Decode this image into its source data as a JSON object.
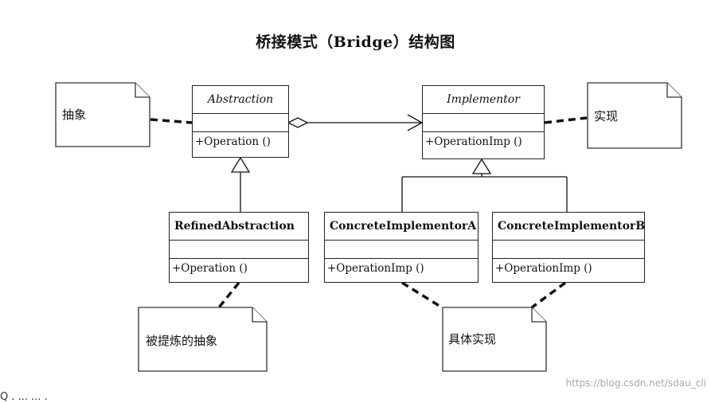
{
  "title": "桥接模式（Bridge）结构图",
  "classes": {
    "abstraction": {
      "name": "Abstraction",
      "op": "+Operation ()"
    },
    "implementor": {
      "name": "Implementor",
      "op": "+OperationImp ()"
    },
    "refined": {
      "name": "RefinedAbstraction",
      "op": "+Operation ()"
    },
    "concrete_a": {
      "name": "ConcreteImplementorA",
      "op": "+OperationImp ()"
    },
    "concrete_b": {
      "name": "ConcreteImplementorB",
      "op": "+OperationImp ()"
    }
  },
  "notes": {
    "abstraction": "抽象",
    "implementor": "实现",
    "refined": "被提炼的抽象",
    "concrete": "具体实现"
  },
  "watermark": "https://blog.csdn.net/sdau_cli",
  "footer_fragment": "Q . ...        ... ."
}
